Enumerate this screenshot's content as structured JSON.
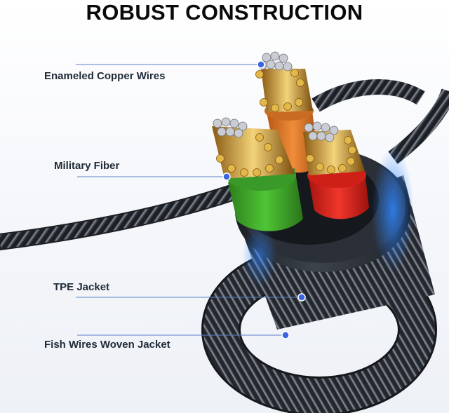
{
  "title": "ROBUST CONSTRUCTION",
  "callouts": [
    {
      "label": "Enameled Copper Wires"
    },
    {
      "label": "Military Fiber"
    },
    {
      "label": "TPE Jacket"
    },
    {
      "label": "Fish Wires Woven Jacket"
    }
  ],
  "colors": {
    "braid_dark": "#1c1f24",
    "braid_light": "#7d838c",
    "core_green": "#3fa62c",
    "core_red": "#d8261f",
    "core_orange": "#e07828",
    "copper": "#d4a640",
    "tinned": "#c9ccd2",
    "callout_line": "#5a82c8",
    "callout_dot": "#3b64e0",
    "glow": "#2f86ff"
  },
  "icons": [
    "callout-dot-icon"
  ]
}
